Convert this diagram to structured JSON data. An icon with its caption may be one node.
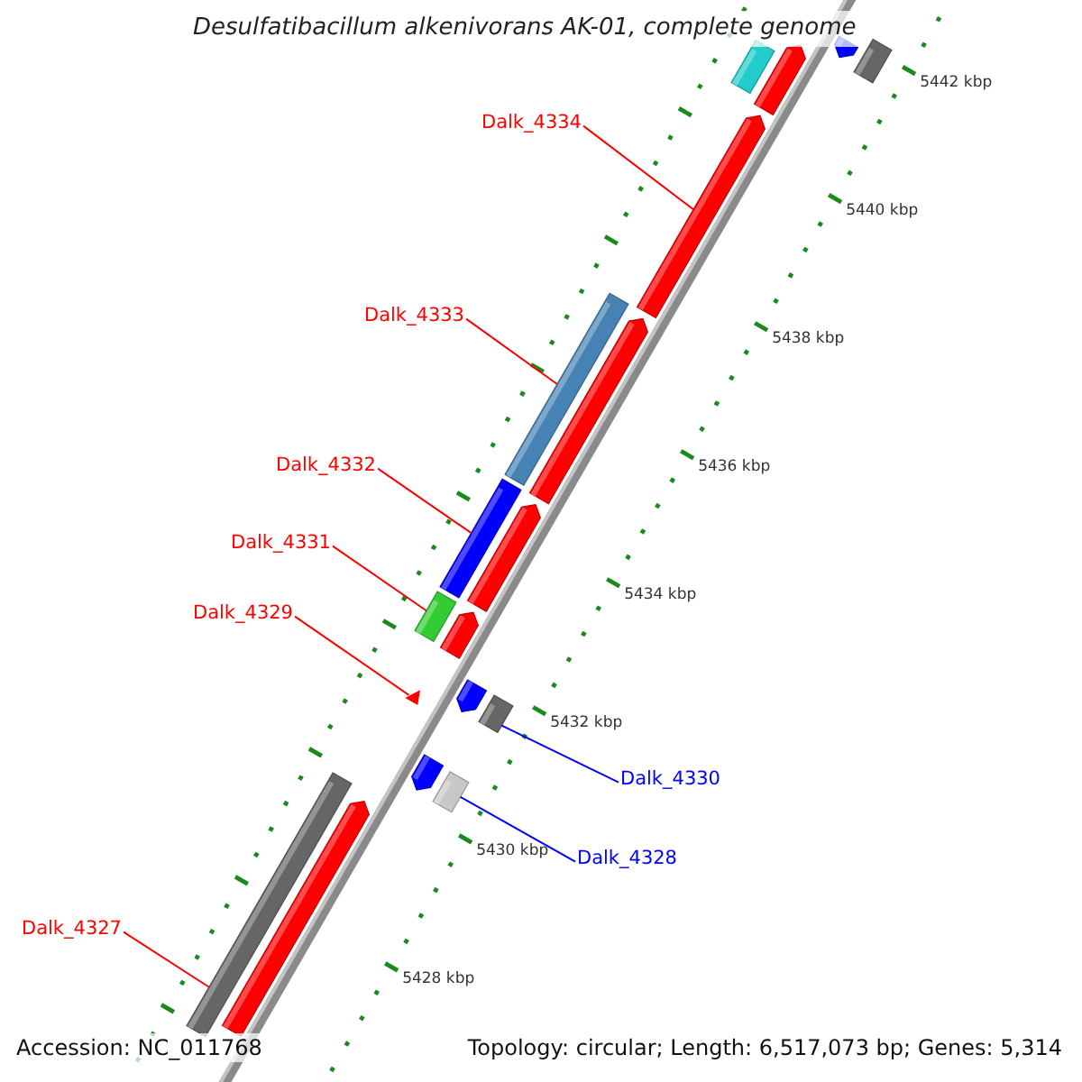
{
  "diagram": {
    "title": "Desulfatibacillum alkenivorans AK-01, complete genome",
    "nodes": [
      {
        "text": [
          "Dalk_4334"
        ]
      },
      {
        "text": [
          "Dalk_4333"
        ]
      },
      {
        "text": [
          "Dalk_4332"
        ]
      },
      {
        "text": [
          "Dalk_4331"
        ]
      },
      {
        "text": [
          "Dalk_4329"
        ]
      },
      {
        "text": [
          "Dalk_4330"
        ]
      },
      {
        "text": [
          "Dalk_4328"
        ]
      },
      {
        "text": [
          "Dalk_4327"
        ]
      },
      {
        "text": [],
        "shape": "arrow"
      },
      {
        "text": [],
        "shape": "box"
      },
      {
        "text": [],
        "shape": "box"
      },
      {
        "text": [],
        "shape": "box"
      },
      {
        "text": [],
        "shape": "arrow"
      },
      {
        "text": [],
        "shape": "box"
      },
      {
        "text": [],
        "shape": "box"
      },
      {
        "text": [],
        "shape": "box"
      },
      {
        "text": [],
        "shape": "box"
      },
      {
        "text": [],
        "shape": "arrow"
      },
      {
        "text": [],
        "shape": "arrow"
      },
      {
        "text": [],
        "shape": "box"
      },
      {
        "text": [],
        "shape": "arrow"
      },
      {
        "text": [],
        "shape": "arrow"
      },
      {
        "text": [],
        "shape": "arrow"
      },
      {
        "text": [],
        "shape": "arrow"
      },
      {
        "text": [],
        "shape": "arrow"
      },
      {
        "text": [],
        "shape": "arrow"
      }
    ],
    "edges": [
      {
        "from": 0,
        "to": 8,
        "arrow": "none"
      },
      {
        "from": 1,
        "to": 9,
        "arrow": "none"
      },
      {
        "from": 2,
        "to": 10,
        "arrow": "none"
      },
      {
        "from": 3,
        "to": 11,
        "arrow": "none"
      },
      {
        "from": 4,
        "to": 12,
        "arrow": "none"
      },
      {
        "from": 5,
        "to": 13,
        "arrow": "none",
        "color": "#0000ff"
      },
      {
        "from": 6,
        "to": 14,
        "arrow": "none",
        "color": "#0000ff"
      },
      {
        "from": 7,
        "to": 15,
        "arrow": "none"
      }
    ],
    "labels": [
      "5442 kbp",
      "5440 kbp",
      "5438 kbp",
      "5436 kbp",
      "5434 kbp",
      "5432 kbp",
      "5430 kbp",
      "5428 kbp",
      "Accession: NC_011768",
      "Topology: circular; Length: 6,517,073 bp; Genes: 5,314"
    ]
  }
}
